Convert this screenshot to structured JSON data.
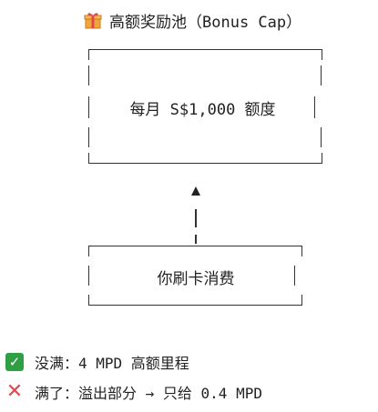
{
  "title": {
    "icon": "gift-icon",
    "text": "高额奖励池（Bonus Cap）"
  },
  "cap_box": {
    "label": "每月 S$1,000 额度"
  },
  "spend_box": {
    "label": "你刷卡消费"
  },
  "legend": {
    "not_full": {
      "icon": "check-mark-icon",
      "text": "没满：4 MPD 高额里程"
    },
    "full": {
      "icon": "cross-mark-icon",
      "text": "满了：溢出部分 → 只给 0.4 MPD"
    }
  },
  "colors": {
    "check": "#2ea043",
    "cross": "#e0484b",
    "gift": "#f0a030"
  }
}
